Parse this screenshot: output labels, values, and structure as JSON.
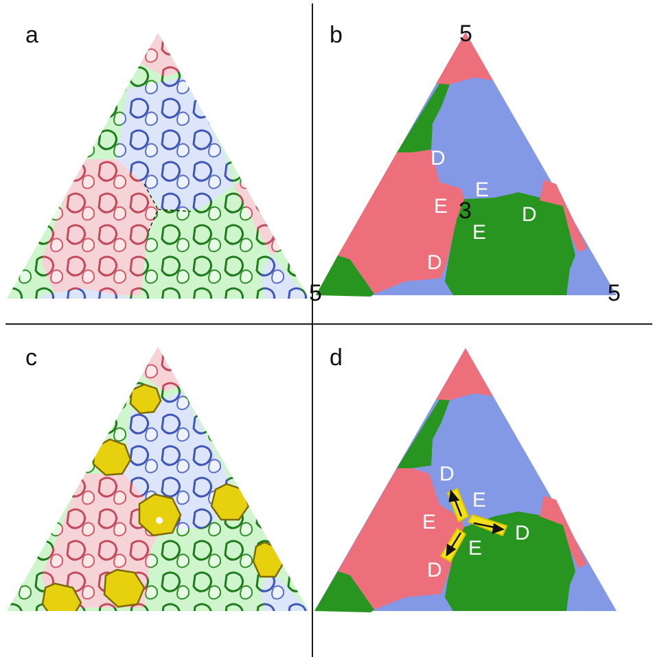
{
  "figure": {
    "panels": [
      {
        "id": "a",
        "label": "a",
        "kind": "density-map"
      },
      {
        "id": "b",
        "label": "b",
        "kind": "schematic"
      },
      {
        "id": "c",
        "label": "c",
        "kind": "density-map-with-overlay"
      },
      {
        "id": "d",
        "label": "d",
        "kind": "schematic-with-arrows"
      }
    ],
    "vertex_labels": {
      "top": "5",
      "center": "3",
      "bottom_left": "5",
      "bottom_right": "5"
    },
    "region_labels": {
      "D": "D",
      "E": "E"
    },
    "colors": {
      "red": "#ee6f7c",
      "blue": "#8399e6",
      "green": "#27951f",
      "yellow": "#f2e01a",
      "line": "#1a1a1a"
    }
  }
}
